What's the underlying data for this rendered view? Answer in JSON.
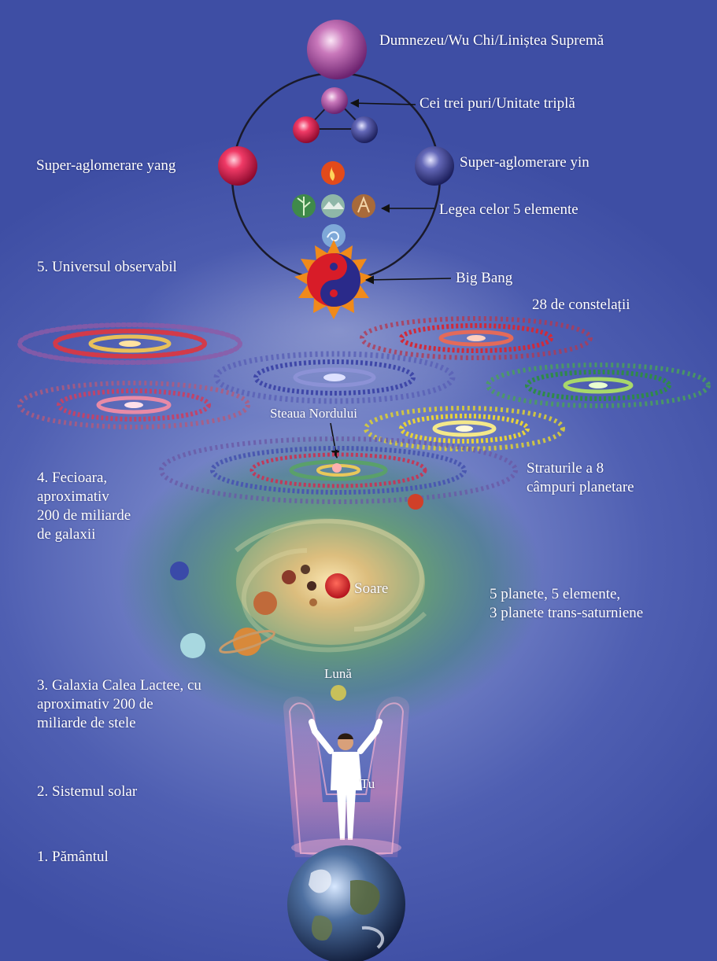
{
  "labels": {
    "dumnezeu": "Dumnezeu/Wu Chi/Liniștea Supremă",
    "cei_trei": "Cei trei puri/Unitate triplă",
    "yang": "Super-aglomerare yang",
    "yin": "Super-aglomerare yin",
    "legea": "Legea celor 5 elemente",
    "univers": "5. Universul observabil",
    "big_bang": "Big Bang",
    "constelatii": "28 de constelații",
    "steaua": "Steaua Nordului",
    "fecioara": [
      "4. Fecioara,",
      "aproximativ",
      "200 de miliarde",
      "de galaxii"
    ],
    "straturile": [
      "Straturile a 8",
      "câmpuri planetare"
    ],
    "soare": "Soare",
    "planete": [
      "5 planete, 5 elemente,",
      "3 planete trans-saturniene"
    ],
    "luna": "Lună",
    "calea_lactee": [
      "3. Galaxia Calea Lactee, cu",
      "aproximativ 200 de",
      "miliarde de stele"
    ],
    "tu": "Tu",
    "sistem_solar": "2. Sistemul solar",
    "pamant": "1. Pământul"
  },
  "colors": {
    "god_sphere": "#b04a9e",
    "yang": "#e02050",
    "yin": "#3a3f9a",
    "circle_line": "#1a1a2a",
    "sun": "#d81c28"
  }
}
